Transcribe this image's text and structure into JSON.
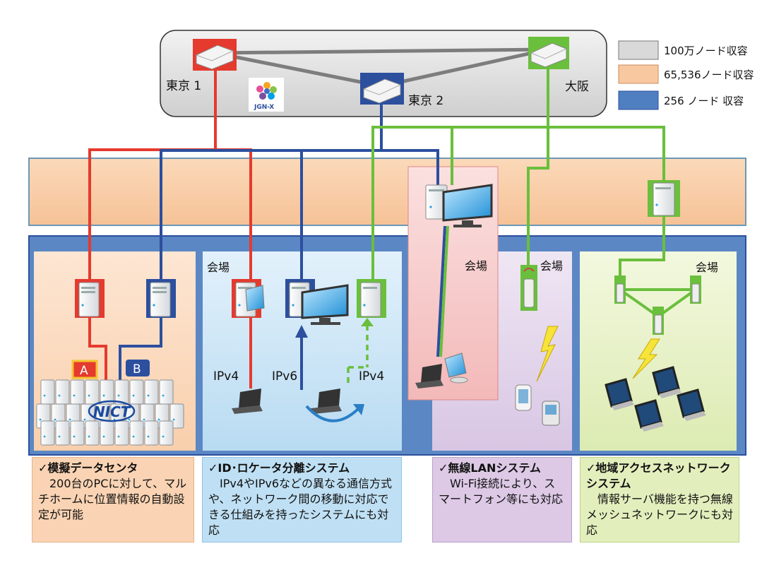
{
  "legend": {
    "items": [
      {
        "label": "100万ノード収容",
        "color": "#d9d9d9"
      },
      {
        "label": "65,536ノード収容",
        "color": "#f8c9a0"
      },
      {
        "label": "256 ノード 収容",
        "color": "#4f7fc0"
      }
    ]
  },
  "core": {
    "tokyo1": "東京 1",
    "tokyo2": "東京 2",
    "osaka": "大阪",
    "logo_text": "JGN-X"
  },
  "datacenter": {
    "badge_a": "A",
    "badge_b": "B",
    "logo": "NICT"
  },
  "venues": {
    "venue_label": "会場",
    "ipv4_left": "IPv4",
    "ipv6": "IPv6",
    "ipv4_right": "IPv4"
  },
  "descriptions": {
    "datacenter": {
      "title": "✓模擬データセンタ",
      "body": "200台のPCに対して、マルチホームに位置情報の自動設定が可能"
    },
    "id_locator": {
      "title": "✓ID･ロケータ分離システム",
      "body": "IPv4やIPv6などの異なる通信方式や、ネットワーク間の移動に対応できる仕組みを持ったシステムにも対応"
    },
    "wireless": {
      "title": "✓無線LANシステム",
      "body": "Wi-Fi接続により、スマートフォン等にも対応"
    },
    "regional": {
      "title": "✓地域アクセスネットワークシステム",
      "body": "情報サーバ機能を持つ無線メッシュネットワークにも対応"
    }
  },
  "colors": {
    "red": "#e53a2e",
    "blue": "#2c4f9e",
    "green": "#6abf3c"
  }
}
